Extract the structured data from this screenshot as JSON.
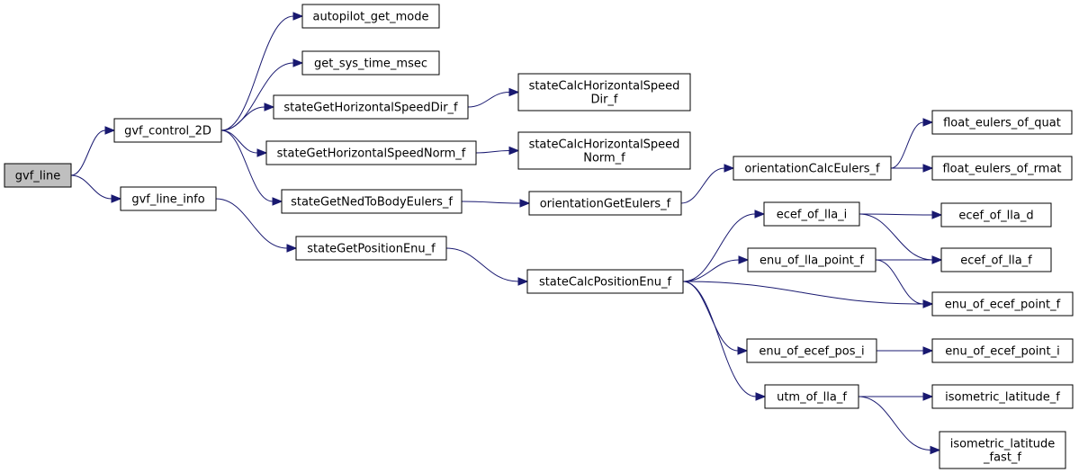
{
  "colors": {
    "edge": "#191970",
    "node_fill": "#ffffff",
    "root_fill": "#bfbfbf",
    "node_stroke": "#000000"
  },
  "nodes": [
    {
      "id": "gvf_line",
      "lines": [
        "gvf_line"
      ],
      "root": true
    },
    {
      "id": "gvf_control_2D",
      "lines": [
        "gvf_control_2D"
      ]
    },
    {
      "id": "gvf_line_info",
      "lines": [
        "gvf_line_info"
      ]
    },
    {
      "id": "autopilot_get_mode",
      "lines": [
        "autopilot_get_mode"
      ]
    },
    {
      "id": "get_sys_time_msec",
      "lines": [
        "get_sys_time_msec"
      ]
    },
    {
      "id": "stateGetHorizontalSpeedDir_f",
      "lines": [
        "stateGetHorizontalSpeedDir_f"
      ]
    },
    {
      "id": "stateGetHorizontalSpeedNorm_f",
      "lines": [
        "stateGetHorizontalSpeedNorm_f"
      ]
    },
    {
      "id": "stateGetNedToBodyEulers_f",
      "lines": [
        "stateGetNedToBodyEulers_f"
      ]
    },
    {
      "id": "stateGetPositionEnu_f",
      "lines": [
        "stateGetPositionEnu_f"
      ]
    },
    {
      "id": "stateCalcHorizontalSpeedDir_f",
      "lines": [
        "stateCalcHorizontalSpeed",
        "Dir_f"
      ]
    },
    {
      "id": "stateCalcHorizontalSpeedNorm_f",
      "lines": [
        "stateCalcHorizontalSpeed",
        "Norm_f"
      ]
    },
    {
      "id": "orientationGetEulers_f",
      "lines": [
        "orientationGetEulers_f"
      ]
    },
    {
      "id": "stateCalcPositionEnu_f",
      "lines": [
        "stateCalcPositionEnu_f"
      ]
    },
    {
      "id": "orientationCalcEulers_f",
      "lines": [
        "orientationCalcEulers_f"
      ]
    },
    {
      "id": "float_eulers_of_quat",
      "lines": [
        "float_eulers_of_quat"
      ]
    },
    {
      "id": "float_eulers_of_rmat",
      "lines": [
        "float_eulers_of_rmat"
      ]
    },
    {
      "id": "ecef_of_lla_i",
      "lines": [
        "ecef_of_lla_i"
      ]
    },
    {
      "id": "enu_of_lla_point_f",
      "lines": [
        "enu_of_lla_point_f"
      ]
    },
    {
      "id": "enu_of_ecef_pos_i",
      "lines": [
        "enu_of_ecef_pos_i"
      ]
    },
    {
      "id": "utm_of_lla_f",
      "lines": [
        "utm_of_lla_f"
      ]
    },
    {
      "id": "ecef_of_lla_d",
      "lines": [
        "ecef_of_lla_d"
      ]
    },
    {
      "id": "ecef_of_lla_f",
      "lines": [
        "ecef_of_lla_f"
      ]
    },
    {
      "id": "enu_of_ecef_point_f",
      "lines": [
        "enu_of_ecef_point_f"
      ]
    },
    {
      "id": "enu_of_ecef_point_i",
      "lines": [
        "enu_of_ecef_point_i"
      ]
    },
    {
      "id": "isometric_latitude_f",
      "lines": [
        "isometric_latitude_f"
      ]
    },
    {
      "id": "isometric_latitude_fast_f",
      "lines": [
        "isometric_latitude",
        "_fast_f"
      ]
    }
  ],
  "edges": [
    {
      "from": "gvf_line",
      "to": "gvf_control_2D"
    },
    {
      "from": "gvf_line",
      "to": "gvf_line_info"
    },
    {
      "from": "gvf_control_2D",
      "to": "autopilot_get_mode"
    },
    {
      "from": "gvf_control_2D",
      "to": "get_sys_time_msec"
    },
    {
      "from": "gvf_control_2D",
      "to": "stateGetHorizontalSpeedDir_f"
    },
    {
      "from": "gvf_control_2D",
      "to": "stateGetHorizontalSpeedNorm_f"
    },
    {
      "from": "gvf_control_2D",
      "to": "stateGetNedToBodyEulers_f"
    },
    {
      "from": "gvf_line_info",
      "to": "stateGetPositionEnu_f"
    },
    {
      "from": "stateGetHorizontalSpeedDir_f",
      "to": "stateCalcHorizontalSpeedDir_f"
    },
    {
      "from": "stateGetHorizontalSpeedNorm_f",
      "to": "stateCalcHorizontalSpeedNorm_f"
    },
    {
      "from": "stateGetNedToBodyEulers_f",
      "to": "orientationGetEulers_f"
    },
    {
      "from": "orientationGetEulers_f",
      "to": "orientationCalcEulers_f"
    },
    {
      "from": "orientationCalcEulers_f",
      "to": "float_eulers_of_quat"
    },
    {
      "from": "orientationCalcEulers_f",
      "to": "float_eulers_of_rmat"
    },
    {
      "from": "stateGetPositionEnu_f",
      "to": "stateCalcPositionEnu_f"
    },
    {
      "from": "stateCalcPositionEnu_f",
      "to": "ecef_of_lla_i"
    },
    {
      "from": "stateCalcPositionEnu_f",
      "to": "enu_of_lla_point_f"
    },
    {
      "from": "stateCalcPositionEnu_f",
      "to": "enu_of_ecef_point_f"
    },
    {
      "from": "stateCalcPositionEnu_f",
      "to": "enu_of_ecef_pos_i"
    },
    {
      "from": "stateCalcPositionEnu_f",
      "to": "utm_of_lla_f"
    },
    {
      "from": "ecef_of_lla_i",
      "to": "ecef_of_lla_d"
    },
    {
      "from": "ecef_of_lla_i",
      "to": "ecef_of_lla_f"
    },
    {
      "from": "enu_of_lla_point_f",
      "to": "ecef_of_lla_f"
    },
    {
      "from": "enu_of_lla_point_f",
      "to": "enu_of_ecef_point_f"
    },
    {
      "from": "enu_of_ecef_pos_i",
      "to": "enu_of_ecef_point_i"
    },
    {
      "from": "utm_of_lla_f",
      "to": "isometric_latitude_f"
    },
    {
      "from": "utm_of_lla_f",
      "to": "isometric_latitude_fast_f"
    }
  ]
}
